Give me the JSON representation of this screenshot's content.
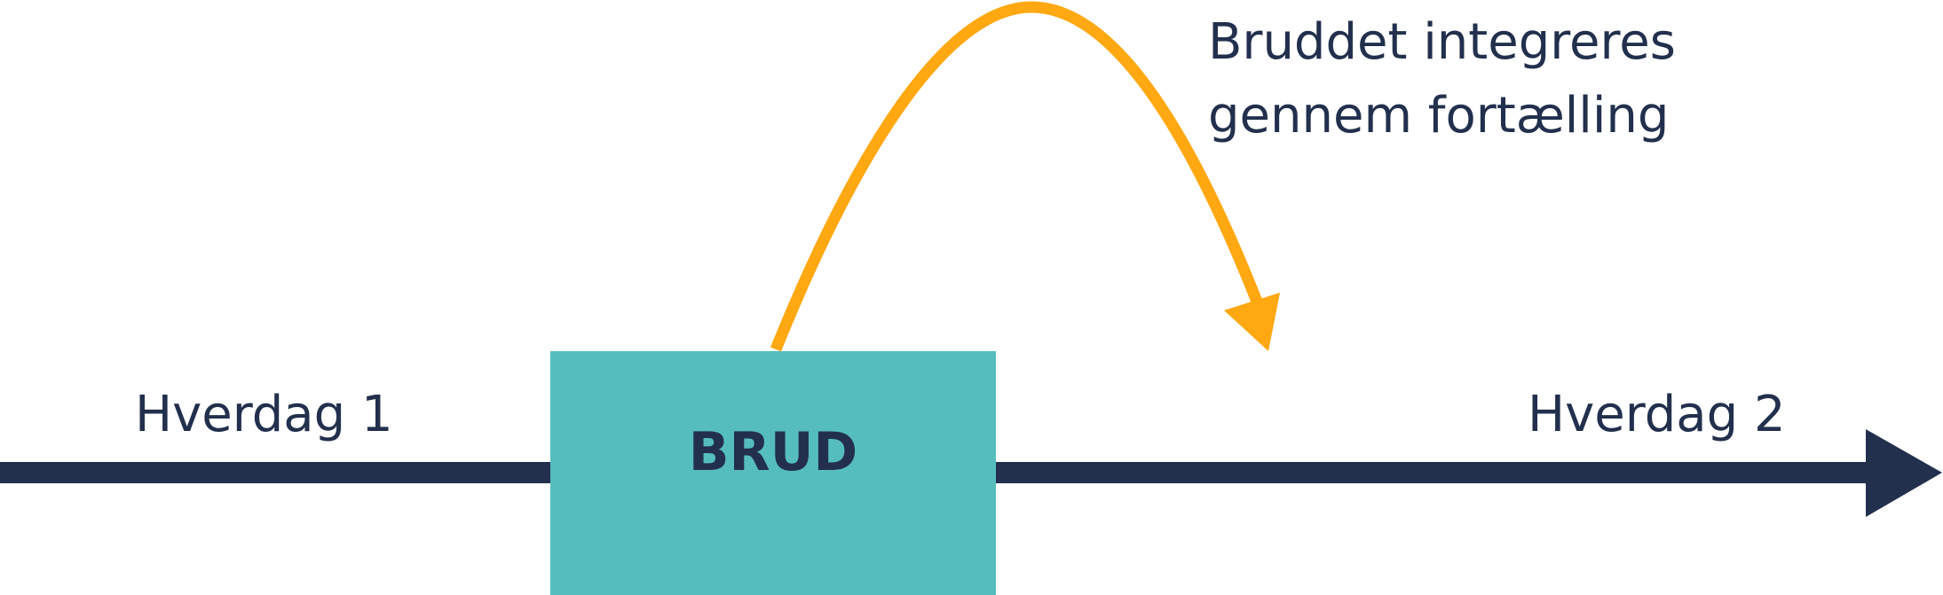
{
  "labels": {
    "left": "Hverdag 1",
    "right": "Hverdag 2",
    "box": "BRUD",
    "note_line1": "Bruddet integreres",
    "note_line2": "gennem fortælling"
  },
  "colors": {
    "timeline": "#22304d",
    "box_fill": "#56bdbf",
    "box_text": "#22304d",
    "arc": "#ffa812",
    "text": "#22304d"
  }
}
